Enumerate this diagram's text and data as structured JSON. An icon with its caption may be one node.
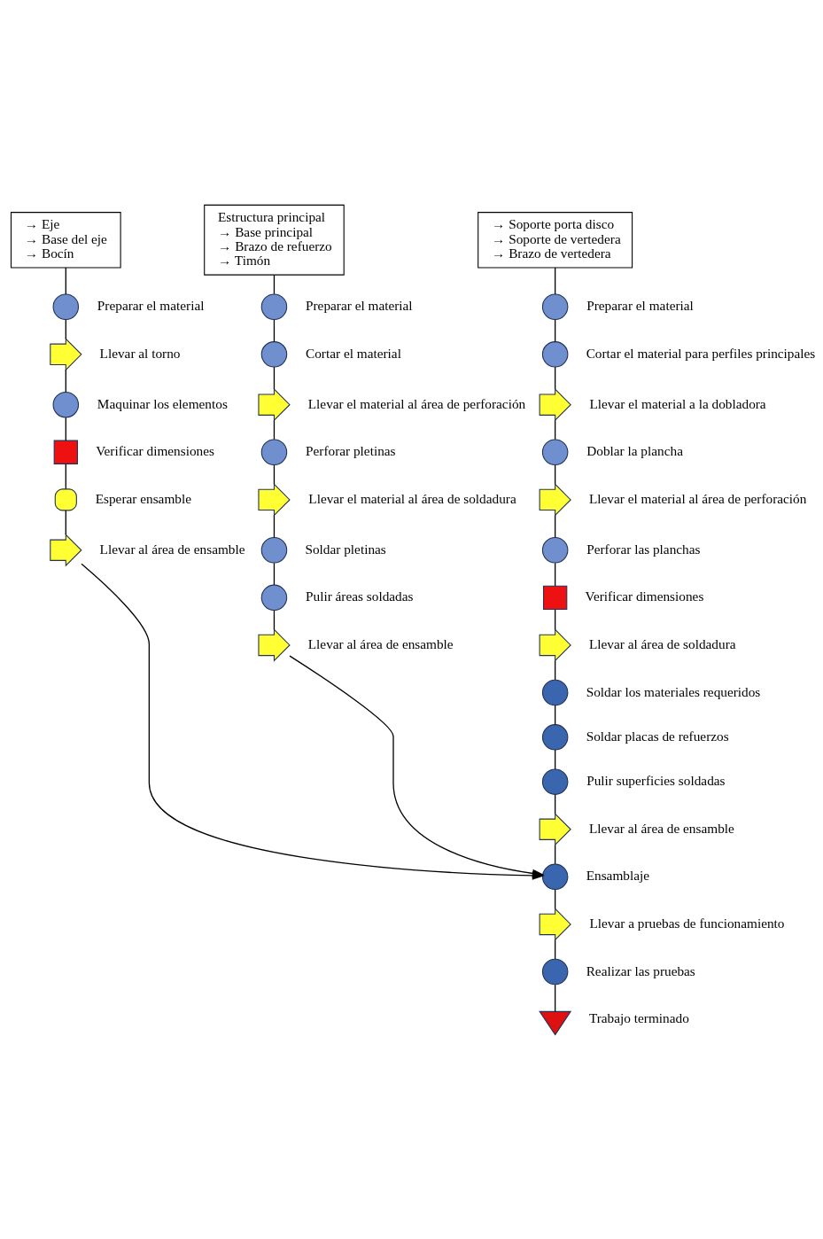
{
  "diagram": {
    "nodes": [
      {
        "text": [
          "→ Eje",
          "→ Base del eje",
          "→ Bocín"
        ]
      },
      {
        "text": [
          "Estructura principal",
          "→ Base principal",
          "→ Brazo de refuerzo",
          "→ Timón"
        ]
      },
      {
        "text": [
          "→ Soporte porta disco",
          "→ Soporte de vertedera",
          "→ Brazo de vertedera"
        ]
      },
      {
        "text": [],
        "shape": "circle",
        "beside": [
          "Preparar el material"
        ]
      },
      {
        "text": [],
        "shape": "arrow",
        "beside": [
          "Llevar al torno"
        ]
      },
      {
        "text": [],
        "shape": "circle",
        "beside": [
          "Maquinar los elementos"
        ]
      },
      {
        "text": [],
        "shape": "box",
        "beside": [
          "Verificar dimensiones"
        ]
      },
      {
        "text": [],
        "shape": "semicircle",
        "beside": [
          "Esperar ensamble"
        ]
      },
      {
        "text": [],
        "shape": "arrow",
        "beside": [
          "Llevar al área de ensamble"
        ]
      },
      {
        "text": [],
        "shape": "circle",
        "beside": [
          "Preparar el material"
        ]
      },
      {
        "text": [],
        "shape": "circle",
        "beside": [
          "Cortar el material"
        ]
      },
      {
        "text": [],
        "shape": "arrow",
        "beside": [
          "Llevar el material al área de perforación"
        ]
      },
      {
        "text": [],
        "shape": "circle",
        "beside": [
          "Perforar pletinas"
        ]
      },
      {
        "text": [],
        "shape": "arrow",
        "beside": [
          "Llevar el material al área de soldadura"
        ]
      },
      {
        "text": [],
        "shape": "circle",
        "beside": [
          "Soldar pletinas"
        ]
      },
      {
        "text": [],
        "shape": "circle",
        "beside": [
          "Pulir áreas soldadas"
        ]
      },
      {
        "text": [],
        "shape": "arrow",
        "beside": [
          "Llevar al área de ensamble"
        ]
      },
      {
        "text": [],
        "shape": "circle",
        "beside": [
          "Preparar el material"
        ]
      },
      {
        "text": [],
        "shape": "circle",
        "beside": [
          "Cortar el material para perfiles principales"
        ]
      },
      {
        "text": [],
        "shape": "arrow",
        "beside": [
          "Llevar el material a la dobladora"
        ]
      },
      {
        "text": [],
        "shape": "circle",
        "beside": [
          "Doblar la plancha"
        ]
      },
      {
        "text": [],
        "shape": "arrow",
        "beside": [
          "Llevar el material al área de perforación"
        ]
      },
      {
        "text": [],
        "shape": "circle",
        "beside": [
          "Perforar las planchas"
        ]
      },
      {
        "text": [],
        "shape": "box",
        "beside": [
          "Verificar dimensiones"
        ]
      },
      {
        "text": [],
        "shape": "arrow",
        "beside": [
          "Llevar al área de soldadura"
        ]
      },
      {
        "text": [],
        "shape": "circle",
        "beside": [
          "Soldar los materiales requeridos"
        ]
      },
      {
        "text": [],
        "shape": "circle",
        "beside": [
          "Soldar placas de refuerzos"
        ]
      },
      {
        "text": [],
        "shape": "circle",
        "beside": [
          "Pulir superficies soldadas"
        ]
      },
      {
        "text": [],
        "shape": "arrow",
        "beside": [
          "Llevar al área de ensamble"
        ]
      },
      {
        "text": [],
        "shape": "circle",
        "beside": [
          "Ensamblaje"
        ]
      },
      {
        "text": [],
        "shape": "arrow",
        "beside": [
          "Llevar a pruebas de funcionamiento"
        ]
      },
      {
        "text": [],
        "shape": "circle",
        "beside": [
          "Realizar las pruebas"
        ]
      },
      {
        "text": [],
        "shape": "triangle",
        "beside": [
          "Trabajo terminado"
        ]
      }
    ],
    "edges": [
      {
        "from": 0,
        "to": 3,
        "arrow": "none"
      },
      {
        "from": 3,
        "to": 4,
        "arrow": "none"
      },
      {
        "from": 4,
        "to": 5,
        "arrow": "none"
      },
      {
        "from": 5,
        "to": 6,
        "arrow": "none"
      },
      {
        "from": 6,
        "to": 7,
        "arrow": "none"
      },
      {
        "from": 7,
        "to": 8,
        "arrow": "none"
      },
      {
        "from": 8,
        "to": 29,
        "arrow": "to"
      },
      {
        "from": 1,
        "to": 9,
        "arrow": "none"
      },
      {
        "from": 9,
        "to": 10,
        "arrow": "none"
      },
      {
        "from": 10,
        "to": 11,
        "arrow": "none"
      },
      {
        "from": 11,
        "to": 12,
        "arrow": "none"
      },
      {
        "from": 12,
        "to": 13,
        "arrow": "none"
      },
      {
        "from": 13,
        "to": 14,
        "arrow": "none"
      },
      {
        "from": 14,
        "to": 15,
        "arrow": "none"
      },
      {
        "from": 15,
        "to": 16,
        "arrow": "none"
      },
      {
        "from": 16,
        "to": 29,
        "arrow": "to"
      },
      {
        "from": 2,
        "to": 17,
        "arrow": "none"
      },
      {
        "from": 17,
        "to": 18,
        "arrow": "none"
      },
      {
        "from": 18,
        "to": 19,
        "arrow": "none"
      },
      {
        "from": 19,
        "to": 20,
        "arrow": "none"
      },
      {
        "from": 20,
        "to": 21,
        "arrow": "none"
      },
      {
        "from": 21,
        "to": 22,
        "arrow": "none"
      },
      {
        "from": 22,
        "to": 23,
        "arrow": "none"
      },
      {
        "from": 23,
        "to": 24,
        "arrow": "none"
      },
      {
        "from": 24,
        "to": 25,
        "arrow": "none"
      },
      {
        "from": 25,
        "to": 26,
        "arrow": "none"
      },
      {
        "from": 26,
        "to": 27,
        "arrow": "none"
      },
      {
        "from": 27,
        "to": 28,
        "arrow": "none"
      },
      {
        "from": 28,
        "to": 29,
        "arrow": "none"
      },
      {
        "from": 29,
        "to": 30,
        "arrow": "none"
      },
      {
        "from": 30,
        "to": 31,
        "arrow": "none"
      },
      {
        "from": 31,
        "to": 32,
        "arrow": "none"
      }
    ]
  }
}
